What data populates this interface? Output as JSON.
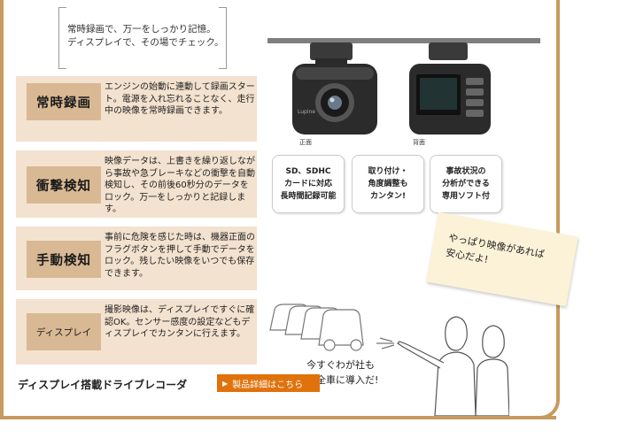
{
  "intro": {
    "line1": "常時録画で、万一をしっかり記憶。",
    "line2": "ディスプレイで、その場でチェック。"
  },
  "features": [
    {
      "label": "常時録画",
      "desc": "エンジンの始動に連動して録画スタート。電源を入れ忘れることなく、走行中の映像を常時録画できます。"
    },
    {
      "label": "衝撃検知",
      "desc": "映像データは、上書きを繰り返しながら事故や急ブレーキなどの衝撃を自動検知し、その前後60秒分のデータをロック。万一をしっかりと記録します。"
    },
    {
      "label": "手動検知",
      "desc": "事前に危険を感じた時は、機器正面のフラグボタンを押して手動でデータをロック。残したい映像をいつでも保存できます。"
    },
    {
      "label": "ディスプレイ",
      "desc": "撮影映像は、ディスプレイですぐに確認OK。センサー感度の設定などもディスプレイでカンタンに行えます。"
    }
  ],
  "photos": {
    "front_caption": "正面",
    "back_caption": "背面",
    "brand": "Lupine"
  },
  "badges": [
    {
      "text": "SD、SDHC\nカードに対応\n長時間記録可能"
    },
    {
      "text": "取り付け・\n角度調整も\nカンタン!"
    },
    {
      "text": "事故状況の\n分析ができる\n専用ソフト付"
    }
  ],
  "note": {
    "text": "やっぱり映像があれば\n安心だよ!"
  },
  "speech": {
    "text": "今すぐわが社も\n　全車に導入だ!"
  },
  "product": {
    "title": "ディスプレイ搭載ドライブレコーダ",
    "detail_label": "製品詳細はこちら"
  },
  "colors": {
    "frame": "#c89a5e",
    "feature_bg": "#f3e2cf",
    "label_bg": "#d9b894",
    "button": "#e0720c"
  }
}
